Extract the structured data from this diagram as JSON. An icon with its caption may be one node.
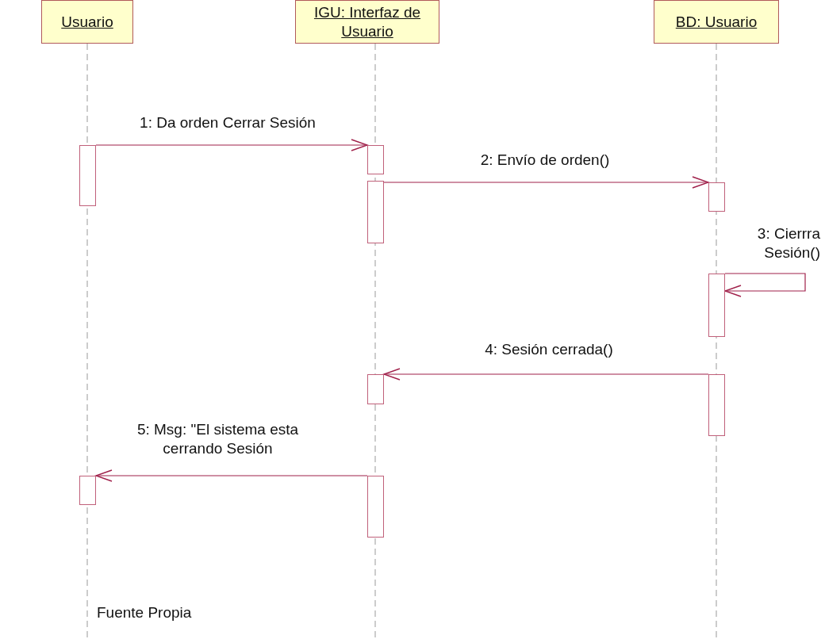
{
  "diagram": {
    "nodes": [
      {
        "text": [
          "Usuario"
        ]
      },
      {
        "text": [
          "IGU: Interfaz de Usuario"
        ]
      },
      {
        "text": [
          "BD: Usuario"
        ]
      },
      {
        "text": [],
        "shape": "bar"
      },
      {
        "text": [],
        "shape": "bar"
      },
      {
        "text": [],
        "shape": "bar"
      },
      {
        "text": [],
        "shape": "bar"
      },
      {
        "text": [],
        "shape": "bar"
      },
      {
        "text": [],
        "shape": "bar"
      },
      {
        "text": [],
        "shape": "bar"
      },
      {
        "text": [],
        "shape": "bar"
      },
      {
        "text": [],
        "shape": "bar"
      }
    ],
    "edges": [
      {
        "from": 3,
        "to": 4,
        "arrow": "to",
        "label": "1: Da orden Cerrar Sesión"
      },
      {
        "from": 5,
        "to": 6,
        "arrow": "to",
        "label": "2: Envío de orden()"
      },
      {
        "from": 7,
        "to": 7,
        "arrow": "to",
        "label": "3: Cierrra Sesión()"
      },
      {
        "from": 9,
        "to": 8,
        "arrow": "to",
        "label": "4: Sesión cerrada()"
      },
      {
        "from": 11,
        "to": 10,
        "arrow": "to",
        "label": "5: Msg: \"El sistema esta cerrando Sesión"
      }
    ],
    "labels": [
      "Fuente Propia"
    ]
  }
}
